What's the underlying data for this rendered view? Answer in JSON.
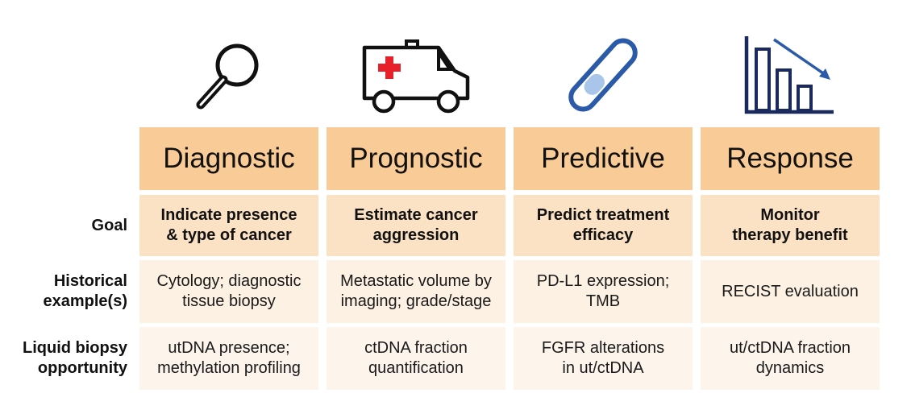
{
  "icons": [
    {
      "name": "magnifying-glass-icon"
    },
    {
      "name": "ambulance-icon"
    },
    {
      "name": "capsule-icon"
    },
    {
      "name": "declining-bar-chart-icon"
    }
  ],
  "columns": [
    {
      "header": "Diagnostic",
      "goal": "Indicate presence\n& type of cancer",
      "historical": "Cytology; diagnostic\ntissue biopsy",
      "liquid": "utDNA presence;\nmethylation profiling"
    },
    {
      "header": "Prognostic",
      "goal": "Estimate cancer\naggression",
      "historical": "Metastatic volume by\nimaging; grade/stage",
      "liquid": "ctDNA fraction\nquantification"
    },
    {
      "header": "Predictive",
      "goal": "Predict treatment\nefficacy",
      "historical": "PD-L1 expression;\nTMB",
      "liquid": "FGFR alterations\nin ut/ctDNA"
    },
    {
      "header": "Response",
      "goal": "Monitor\ntherapy benefit",
      "historical": "RECIST evaluation",
      "liquid": "ut/ctDNA fraction\ndynamics"
    }
  ],
  "row_labels": {
    "goal": "Goal",
    "historical": "Historical\nexample(s)",
    "liquid": "Liquid biopsy\nopportunity"
  },
  "colors": {
    "header_bg": "#f9cb96",
    "goal_bg": "#fbe2c5",
    "historical_bg": "#fdf1e3",
    "liquid_bg": "#fdf5ec",
    "ambulance_cross": "#e8202a",
    "capsule_blue": "#2a5aa8",
    "capsule_fill": "#a9c6ea",
    "chart_navy": "#1b2a5e",
    "chart_arrow": "#2a5aa8"
  }
}
